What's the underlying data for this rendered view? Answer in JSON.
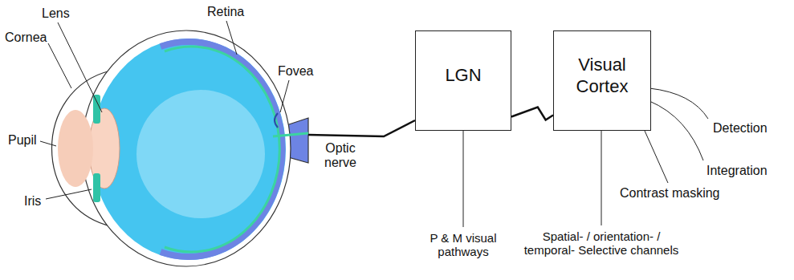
{
  "diagram": {
    "nodes": [
      {
        "text": [
          "LGN"
        ]
      },
      {
        "text": [
          "Visual Cortex"
        ]
      }
    ],
    "edges": [
      {
        "from": 0,
        "to": 1,
        "arrow": "none"
      }
    ],
    "labels": [
      "Cornea",
      "Lens",
      "Retina",
      "Fovea",
      "Pupil",
      "Iris",
      "Optic nerve",
      "P & M visual pathways",
      "Spatial- / orientation- / temporal- Selective channels",
      "Detection",
      "Integration",
      "Contrast masking"
    ]
  }
}
